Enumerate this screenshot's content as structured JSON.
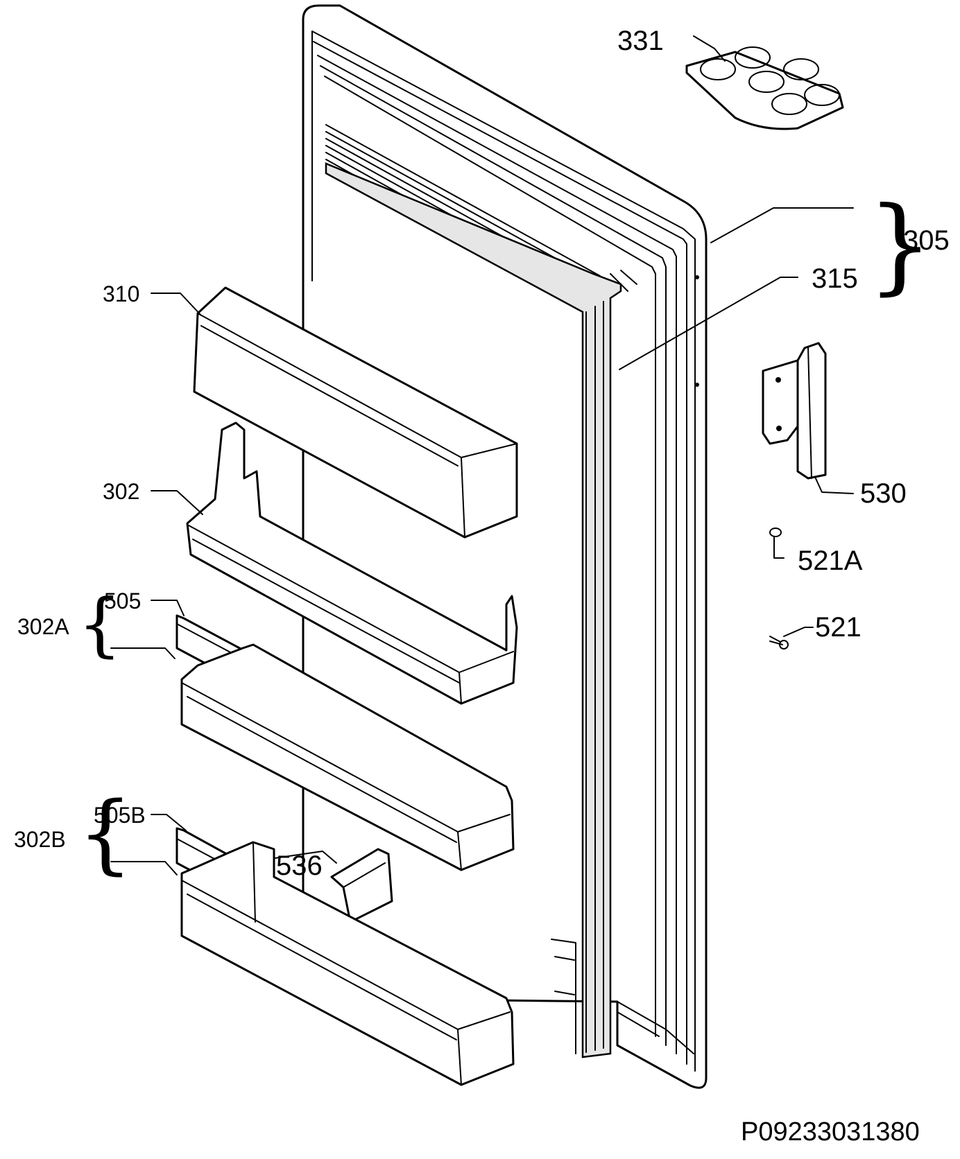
{
  "labels": {
    "p331": "331",
    "p305": "305",
    "p315": "315",
    "p310": "310",
    "p302": "302",
    "p530": "530",
    "p302A": "302A",
    "p505": "505",
    "p521A": "521A",
    "p521": "521",
    "p302B": "302B",
    "p505B": "505B",
    "p536": "536"
  },
  "drawing_code": "P09233031380"
}
